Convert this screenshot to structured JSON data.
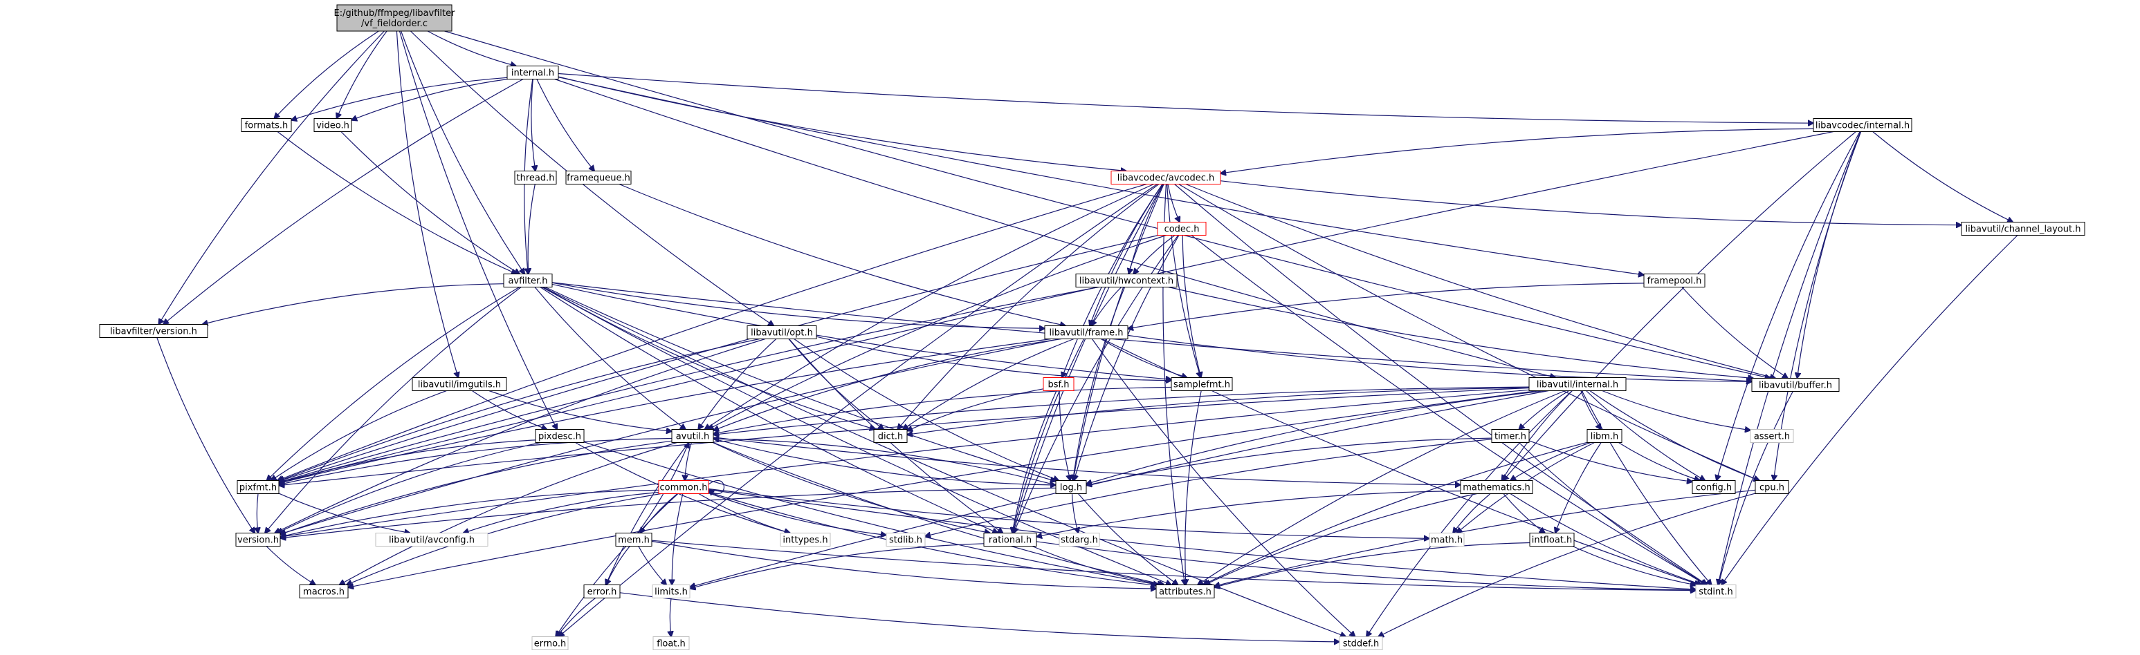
{
  "graph_title": "E:/github/ffmpeg/libavfilter/vf_fieldorder.c",
  "nodes": [
    {
      "id": "root",
      "lines": [
        "E:/github/ffmpeg/libavfilter",
        "/vf_fieldorder.c"
      ],
      "style": "root"
    },
    {
      "id": "internal_h",
      "lines": [
        "internal.h"
      ],
      "style": "normal"
    },
    {
      "id": "formats_h",
      "lines": [
        "formats.h"
      ],
      "style": "normal"
    },
    {
      "id": "video_h",
      "lines": [
        "video.h"
      ],
      "style": "normal"
    },
    {
      "id": "thread_h",
      "lines": [
        "thread.h"
      ],
      "style": "normal"
    },
    {
      "id": "framequeue_h",
      "lines": [
        "framequeue.h"
      ],
      "style": "normal"
    },
    {
      "id": "avcodec_internal_h",
      "lines": [
        "libavcodec/internal.h"
      ],
      "style": "normal"
    },
    {
      "id": "avcodec_h",
      "lines": [
        "libavcodec/avcodec.h"
      ],
      "style": "red"
    },
    {
      "id": "codec_h",
      "lines": [
        "codec.h"
      ],
      "style": "red"
    },
    {
      "id": "channel_layout_h",
      "lines": [
        "libavutil/channel_layout.h"
      ],
      "style": "normal"
    },
    {
      "id": "avfilter_h",
      "lines": [
        "avfilter.h"
      ],
      "style": "normal"
    },
    {
      "id": "hwcontext_h",
      "lines": [
        "libavutil/hwcontext.h"
      ],
      "style": "normal"
    },
    {
      "id": "framepool_h",
      "lines": [
        "framepool.h"
      ],
      "style": "normal"
    },
    {
      "id": "lavfi_version_h",
      "lines": [
        "libavfilter/version.h"
      ],
      "style": "normal"
    },
    {
      "id": "opt_h",
      "lines": [
        "libavutil/opt.h"
      ],
      "style": "normal"
    },
    {
      "id": "frame_h",
      "lines": [
        "libavutil/frame.h"
      ],
      "style": "normal"
    },
    {
      "id": "buffer_h",
      "lines": [
        "libavutil/buffer.h"
      ],
      "style": "normal"
    },
    {
      "id": "imgutils_h",
      "lines": [
        "libavutil/imgutils.h"
      ],
      "style": "normal"
    },
    {
      "id": "bsf_h",
      "lines": [
        "bsf.h"
      ],
      "style": "red"
    },
    {
      "id": "samplefmt_h",
      "lines": [
        "samplefmt.h"
      ],
      "style": "normal"
    },
    {
      "id": "lavu_internal_h",
      "lines": [
        "libavutil/internal.h"
      ],
      "style": "normal"
    },
    {
      "id": "pixdesc_h",
      "lines": [
        "pixdesc.h"
      ],
      "style": "normal"
    },
    {
      "id": "avutil_h",
      "lines": [
        "avutil.h"
      ],
      "style": "normal"
    },
    {
      "id": "dict_h",
      "lines": [
        "dict.h"
      ],
      "style": "normal"
    },
    {
      "id": "timer_h",
      "lines": [
        "timer.h"
      ],
      "style": "normal"
    },
    {
      "id": "libm_h",
      "lines": [
        "libm.h"
      ],
      "style": "normal"
    },
    {
      "id": "assert_h",
      "lines": [
        "assert.h"
      ],
      "style": "grey"
    },
    {
      "id": "pixfmt_h",
      "lines": [
        "pixfmt.h"
      ],
      "style": "normal"
    },
    {
      "id": "log_h",
      "lines": [
        "log.h"
      ],
      "style": "normal"
    },
    {
      "id": "mathematics_h",
      "lines": [
        "mathematics.h"
      ],
      "style": "normal"
    },
    {
      "id": "config_h",
      "lines": [
        "config.h"
      ],
      "style": "normal"
    },
    {
      "id": "cpu_h",
      "lines": [
        "cpu.h"
      ],
      "style": "normal"
    },
    {
      "id": "common_h",
      "lines": [
        "common.h"
      ],
      "style": "red"
    },
    {
      "id": "version_h",
      "lines": [
        "version.h"
      ],
      "style": "normal"
    },
    {
      "id": "avconfig_h",
      "lines": [
        "libavutil/avconfig.h"
      ],
      "style": "grey"
    },
    {
      "id": "inttypes_h",
      "lines": [
        "inttypes.h"
      ],
      "style": "grey"
    },
    {
      "id": "stdlib_h",
      "lines": [
        "stdlib.h"
      ],
      "style": "grey"
    },
    {
      "id": "rational_h",
      "lines": [
        "rational.h"
      ],
      "style": "normal"
    },
    {
      "id": "stdarg_h",
      "lines": [
        "stdarg.h"
      ],
      "style": "grey"
    },
    {
      "id": "math_h",
      "lines": [
        "math.h"
      ],
      "style": "grey"
    },
    {
      "id": "intfloat_h",
      "lines": [
        "intfloat.h"
      ],
      "style": "normal"
    },
    {
      "id": "mem_h",
      "lines": [
        "mem.h"
      ],
      "style": "normal"
    },
    {
      "id": "macros_h",
      "lines": [
        "macros.h"
      ],
      "style": "normal"
    },
    {
      "id": "error_h",
      "lines": [
        "error.h"
      ],
      "style": "normal"
    },
    {
      "id": "limits_h",
      "lines": [
        "limits.h"
      ],
      "style": "grey"
    },
    {
      "id": "attributes_h",
      "lines": [
        "attributes.h"
      ],
      "style": "normal"
    },
    {
      "id": "stdint_h",
      "lines": [
        "stdint.h"
      ],
      "style": "grey"
    },
    {
      "id": "errno_h",
      "lines": [
        "errno.h"
      ],
      "style": "grey"
    },
    {
      "id": "float_h",
      "lines": [
        "float.h"
      ],
      "style": "grey"
    },
    {
      "id": "stddef_h",
      "lines": [
        "stddef.h"
      ],
      "style": "grey"
    }
  ],
  "edges": [
    [
      "root",
      "internal_h"
    ],
    [
      "root",
      "formats_h"
    ],
    [
      "root",
      "video_h"
    ],
    [
      "root",
      "avfilter_h"
    ],
    [
      "root",
      "opt_h"
    ],
    [
      "root",
      "imgutils_h"
    ],
    [
      "root",
      "pixdesc_h"
    ],
    [
      "root",
      "buffer_h"
    ],
    [
      "root",
      "lavfi_version_h"
    ],
    [
      "internal_h",
      "formats_h"
    ],
    [
      "internal_h",
      "video_h"
    ],
    [
      "internal_h",
      "thread_h"
    ],
    [
      "internal_h",
      "framequeue_h"
    ],
    [
      "internal_h",
      "avcodec_internal_h"
    ],
    [
      "internal_h",
      "avcodec_h"
    ],
    [
      "internal_h",
      "avfilter_h"
    ],
    [
      "internal_h",
      "framepool_h"
    ],
    [
      "internal_h",
      "lavu_internal_h"
    ],
    [
      "internal_h",
      "lavfi_version_h"
    ],
    [
      "formats_h",
      "avfilter_h"
    ],
    [
      "video_h",
      "avfilter_h"
    ],
    [
      "thread_h",
      "avfilter_h"
    ],
    [
      "framequeue_h",
      "frame_h"
    ],
    [
      "avcodec_internal_h",
      "avcodec_h"
    ],
    [
      "avcodec_internal_h",
      "channel_layout_h"
    ],
    [
      "avcodec_internal_h",
      "buffer_h"
    ],
    [
      "avcodec_internal_h",
      "pixfmt_h"
    ],
    [
      "avcodec_internal_h",
      "stdint_h"
    ],
    [
      "avcodec_internal_h",
      "mathematics_h"
    ],
    [
      "avcodec_internal_h",
      "config_h"
    ],
    [
      "avcodec_internal_h",
      "cpu_h"
    ],
    [
      "avcodec_h",
      "codec_h"
    ],
    [
      "avcodec_h",
      "hwcontext_h"
    ],
    [
      "avcodec_h",
      "frame_h"
    ],
    [
      "avcodec_h",
      "buffer_h"
    ],
    [
      "avcodec_h",
      "samplefmt_h"
    ],
    [
      "avcodec_h",
      "dict_h"
    ],
    [
      "avcodec_h",
      "avutil_h"
    ],
    [
      "avcodec_h",
      "log_h"
    ],
    [
      "avcodec_h",
      "pixfmt_h"
    ],
    [
      "avcodec_h",
      "rational_h"
    ],
    [
      "avcodec_h",
      "attributes_h"
    ],
    [
      "avcodec_h",
      "bsf_h"
    ],
    [
      "avcodec_h",
      "channel_layout_h"
    ],
    [
      "avcodec_h",
      "errno_h"
    ],
    [
      "avcodec_h",
      "stdint_h"
    ],
    [
      "avcodec_h",
      "cpu_h"
    ],
    [
      "codec_h",
      "hwcontext_h"
    ],
    [
      "codec_h",
      "samplefmt_h"
    ],
    [
      "codec_h",
      "avutil_h"
    ],
    [
      "codec_h",
      "log_h"
    ],
    [
      "codec_h",
      "pixfmt_h"
    ],
    [
      "codec_h",
      "rational_h"
    ],
    [
      "codec_h",
      "stdint_h"
    ],
    [
      "channel_layout_h",
      "stdint_h"
    ],
    [
      "hwcontext_h",
      "frame_h"
    ],
    [
      "hwcontext_h",
      "buffer_h"
    ],
    [
      "hwcontext_h",
      "pixfmt_h"
    ],
    [
      "hwcontext_h",
      "log_h"
    ],
    [
      "framepool_h",
      "frame_h"
    ],
    [
      "framepool_h",
      "buffer_h"
    ],
    [
      "avfilter_h",
      "lavfi_version_h"
    ],
    [
      "avfilter_h",
      "frame_h"
    ],
    [
      "avfilter_h",
      "samplefmt_h"
    ],
    [
      "avfilter_h",
      "dict_h"
    ],
    [
      "avfilter_h",
      "avutil_h"
    ],
    [
      "avfilter_h",
      "log_h"
    ],
    [
      "avfilter_h",
      "pixfmt_h"
    ],
    [
      "avfilter_h",
      "rational_h"
    ],
    [
      "avfilter_h",
      "attributes_h"
    ],
    [
      "avfilter_h",
      "buffer_h"
    ],
    [
      "avfilter_h",
      "stddef_h"
    ],
    [
      "avfilter_h",
      "version_h"
    ],
    [
      "lavfi_version_h",
      "version_h"
    ],
    [
      "opt_h",
      "rational_h"
    ],
    [
      "opt_h",
      "avutil_h"
    ],
    [
      "opt_h",
      "dict_h"
    ],
    [
      "opt_h",
      "log_h"
    ],
    [
      "opt_h",
      "pixfmt_h"
    ],
    [
      "opt_h",
      "samplefmt_h"
    ],
    [
      "opt_h",
      "version_h"
    ],
    [
      "frame_h",
      "avutil_h"
    ],
    [
      "frame_h",
      "buffer_h"
    ],
    [
      "frame_h",
      "dict_h"
    ],
    [
      "frame_h",
      "rational_h"
    ],
    [
      "frame_h",
      "samplefmt_h"
    ],
    [
      "frame_h",
      "pixfmt_h"
    ],
    [
      "frame_h",
      "version_h"
    ],
    [
      "frame_h",
      "stddef_h"
    ],
    [
      "frame_h",
      "stdint_h"
    ],
    [
      "buffer_h",
      "stdint_h"
    ],
    [
      "imgutils_h",
      "avutil_h"
    ],
    [
      "imgutils_h",
      "pixdesc_h"
    ],
    [
      "imgutils_h",
      "pixfmt_h"
    ],
    [
      "bsf_h",
      "dict_h"
    ],
    [
      "bsf_h",
      "log_h"
    ],
    [
      "bsf_h",
      "rational_h"
    ],
    [
      "samplefmt_h",
      "avutil_h"
    ],
    [
      "samplefmt_h",
      "attributes_h"
    ],
    [
      "lavu_internal_h",
      "dict_h"
    ],
    [
      "lavu_internal_h",
      "pixfmt_h"
    ],
    [
      "lavu_internal_h",
      "timer_h"
    ],
    [
      "lavu_internal_h",
      "libm_h"
    ],
    [
      "lavu_internal_h",
      "assert_h"
    ],
    [
      "lavu_internal_h",
      "config_h"
    ],
    [
      "lavu_internal_h",
      "cpu_h"
    ],
    [
      "lavu_internal_h",
      "log_h"
    ],
    [
      "lavu_internal_h",
      "mathematics_h"
    ],
    [
      "lavu_internal_h",
      "attributes_h"
    ],
    [
      "lavu_internal_h",
      "stdint_h"
    ],
    [
      "lavu_internal_h",
      "stddef_h"
    ],
    [
      "lavu_internal_h",
      "version_h"
    ],
    [
      "lavu_internal_h",
      "macros_h"
    ],
    [
      "lavu_internal_h",
      "limits_h"
    ],
    [
      "lavu_internal_h",
      "avutil_h"
    ],
    [
      "pixdesc_h",
      "attributes_h"
    ],
    [
      "pixdesc_h",
      "pixfmt_h"
    ],
    [
      "pixdesc_h",
      "version_h"
    ],
    [
      "pixdesc_h",
      "inttypes_h"
    ],
    [
      "avutil_h",
      "common_h"
    ],
    [
      "avutil_h",
      "error_h"
    ],
    [
      "avutil_h",
      "version_h"
    ],
    [
      "avutil_h",
      "macros_h"
    ],
    [
      "avutil_h",
      "mathematics_h"
    ],
    [
      "avutil_h",
      "rational_h"
    ],
    [
      "avutil_h",
      "log_h"
    ],
    [
      "avutil_h",
      "pixfmt_h"
    ],
    [
      "avutil_h",
      "attributes_h"
    ],
    [
      "timer_h",
      "config_h"
    ],
    [
      "timer_h",
      "log_h"
    ],
    [
      "timer_h",
      "stdlib_h"
    ],
    [
      "timer_h",
      "stdint_h"
    ],
    [
      "libm_h",
      "config_h"
    ],
    [
      "libm_h",
      "attributes_h"
    ],
    [
      "libm_h",
      "intfloat_h"
    ],
    [
      "libm_h",
      "mathematics_h"
    ],
    [
      "libm_h",
      "math_h"
    ],
    [
      "pixfmt_h",
      "version_h"
    ],
    [
      "pixfmt_h",
      "avconfig_h"
    ],
    [
      "log_h",
      "avutil_h"
    ],
    [
      "log_h",
      "attributes_h"
    ],
    [
      "log_h",
      "version_h"
    ],
    [
      "log_h",
      "stdarg_h"
    ],
    [
      "mathematics_h",
      "attributes_h"
    ],
    [
      "mathematics_h",
      "intfloat_h"
    ],
    [
      "mathematics_h",
      "math_h"
    ],
    [
      "mathematics_h",
      "rational_h"
    ],
    [
      "mathematics_h",
      "stdint_h"
    ],
    [
      "cpu_h",
      "attributes_h"
    ],
    [
      "cpu_h",
      "stddef_h"
    ],
    [
      "common_h",
      "attributes_h"
    ],
    [
      "common_h",
      "macros_h"
    ],
    [
      "common_h",
      "version_h"
    ],
    [
      "common_h",
      "avconfig_h"
    ],
    [
      "common_h",
      "inttypes_h"
    ],
    [
      "common_h",
      "stdlib_h"
    ],
    [
      "common_h",
      "math_h"
    ],
    [
      "common_h",
      "mem_h"
    ],
    [
      "common_h",
      "limits_h"
    ],
    [
      "common_h",
      "errno_h"
    ],
    [
      "common_h",
      "stdint_h"
    ],
    [
      "common_h",
      "common_h"
    ],
    [
      "version_h",
      "macros_h"
    ],
    [
      "rational_h",
      "attributes_h"
    ],
    [
      "rational_h",
      "limits_h"
    ],
    [
      "rational_h",
      "stdint_h"
    ],
    [
      "intfloat_h",
      "attributes_h"
    ],
    [
      "intfloat_h",
      "stdint_h"
    ],
    [
      "mem_h",
      "attributes_h"
    ],
    [
      "mem_h",
      "avutil_h"
    ],
    [
      "mem_h",
      "error_h"
    ],
    [
      "mem_h",
      "limits_h"
    ],
    [
      "mem_h",
      "stdint_h"
    ],
    [
      "error_h",
      "errno_h"
    ],
    [
      "error_h",
      "stddef_h"
    ],
    [
      "limits_h",
      "float_h"
    ]
  ]
}
